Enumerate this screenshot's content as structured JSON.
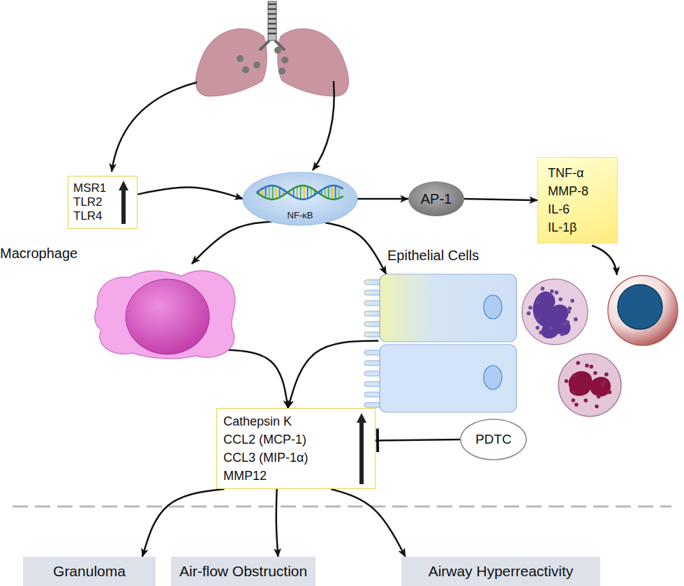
{
  "diagram": {
    "nodes": [
      {
        "text": [
          "MSR1",
          "TLR2",
          "TLR4"
        ]
      },
      {
        "text": [
          "NF-κB"
        ]
      },
      {
        "text": [
          "AP-1"
        ]
      },
      {
        "text": [
          "TNF-α",
          "MMP-8",
          "IL-6",
          "IL-1β"
        ]
      },
      {
        "text": [
          "Macrophage"
        ]
      },
      {
        "text": [
          "Epithelial Cells"
        ]
      },
      {
        "text": [
          "Cathepsin K",
          "CCL2 (MCP-1)",
          "CCL3 (MIP-1α)",
          "MMP12"
        ]
      },
      {
        "text": [
          "PDTC"
        ]
      },
      {
        "text": [
          "Granuloma"
        ]
      },
      {
        "text": [
          "Air-flow Obstruction"
        ]
      },
      {
        "text": [
          "Airway Hyperreactivity"
        ]
      }
    ],
    "edges": [
      {
        "from": 0,
        "to": 1,
        "arrow": "to"
      },
      {
        "from": 1,
        "to": 2,
        "arrow": "to"
      },
      {
        "from": 2,
        "to": 3,
        "arrow": "to"
      },
      {
        "from": 1,
        "to": 4,
        "arrow": "to"
      },
      {
        "from": 1,
        "to": 5,
        "arrow": "to"
      },
      {
        "from": 4,
        "to": 6,
        "arrow": "to"
      },
      {
        "from": 5,
        "to": 6,
        "arrow": "to"
      },
      {
        "from": 7,
        "to": 6,
        "arrow": "to"
      },
      {
        "from": 6,
        "to": 8,
        "arrow": "to"
      },
      {
        "from": 6,
        "to": 9,
        "arrow": "to"
      },
      {
        "from": 6,
        "to": 10,
        "arrow": "to"
      }
    ]
  }
}
